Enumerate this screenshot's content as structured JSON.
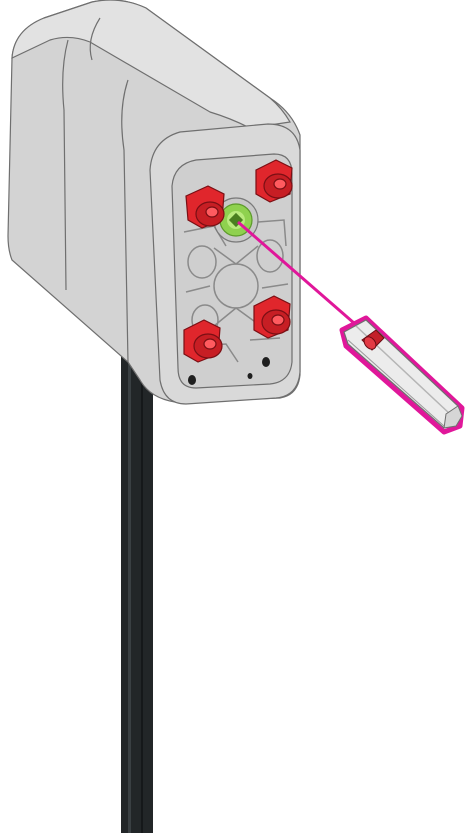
{
  "diagram": {
    "kind": "assembly-instruction",
    "components": [
      {
        "name": "motor-housing",
        "color": "#d9d9d9"
      },
      {
        "name": "power-cable",
        "color": "#222628"
      },
      {
        "name": "corner-pins",
        "count": 4,
        "color": "#e0262c"
      },
      {
        "name": "hex-axle",
        "color": "#e8e8e8"
      },
      {
        "name": "axle-spacer",
        "color": "#c4202a"
      },
      {
        "name": "shaft-socket",
        "color": "#8fd14f"
      }
    ],
    "highlight_color": "#e0179a",
    "action": "insert-axle-into-socket"
  }
}
